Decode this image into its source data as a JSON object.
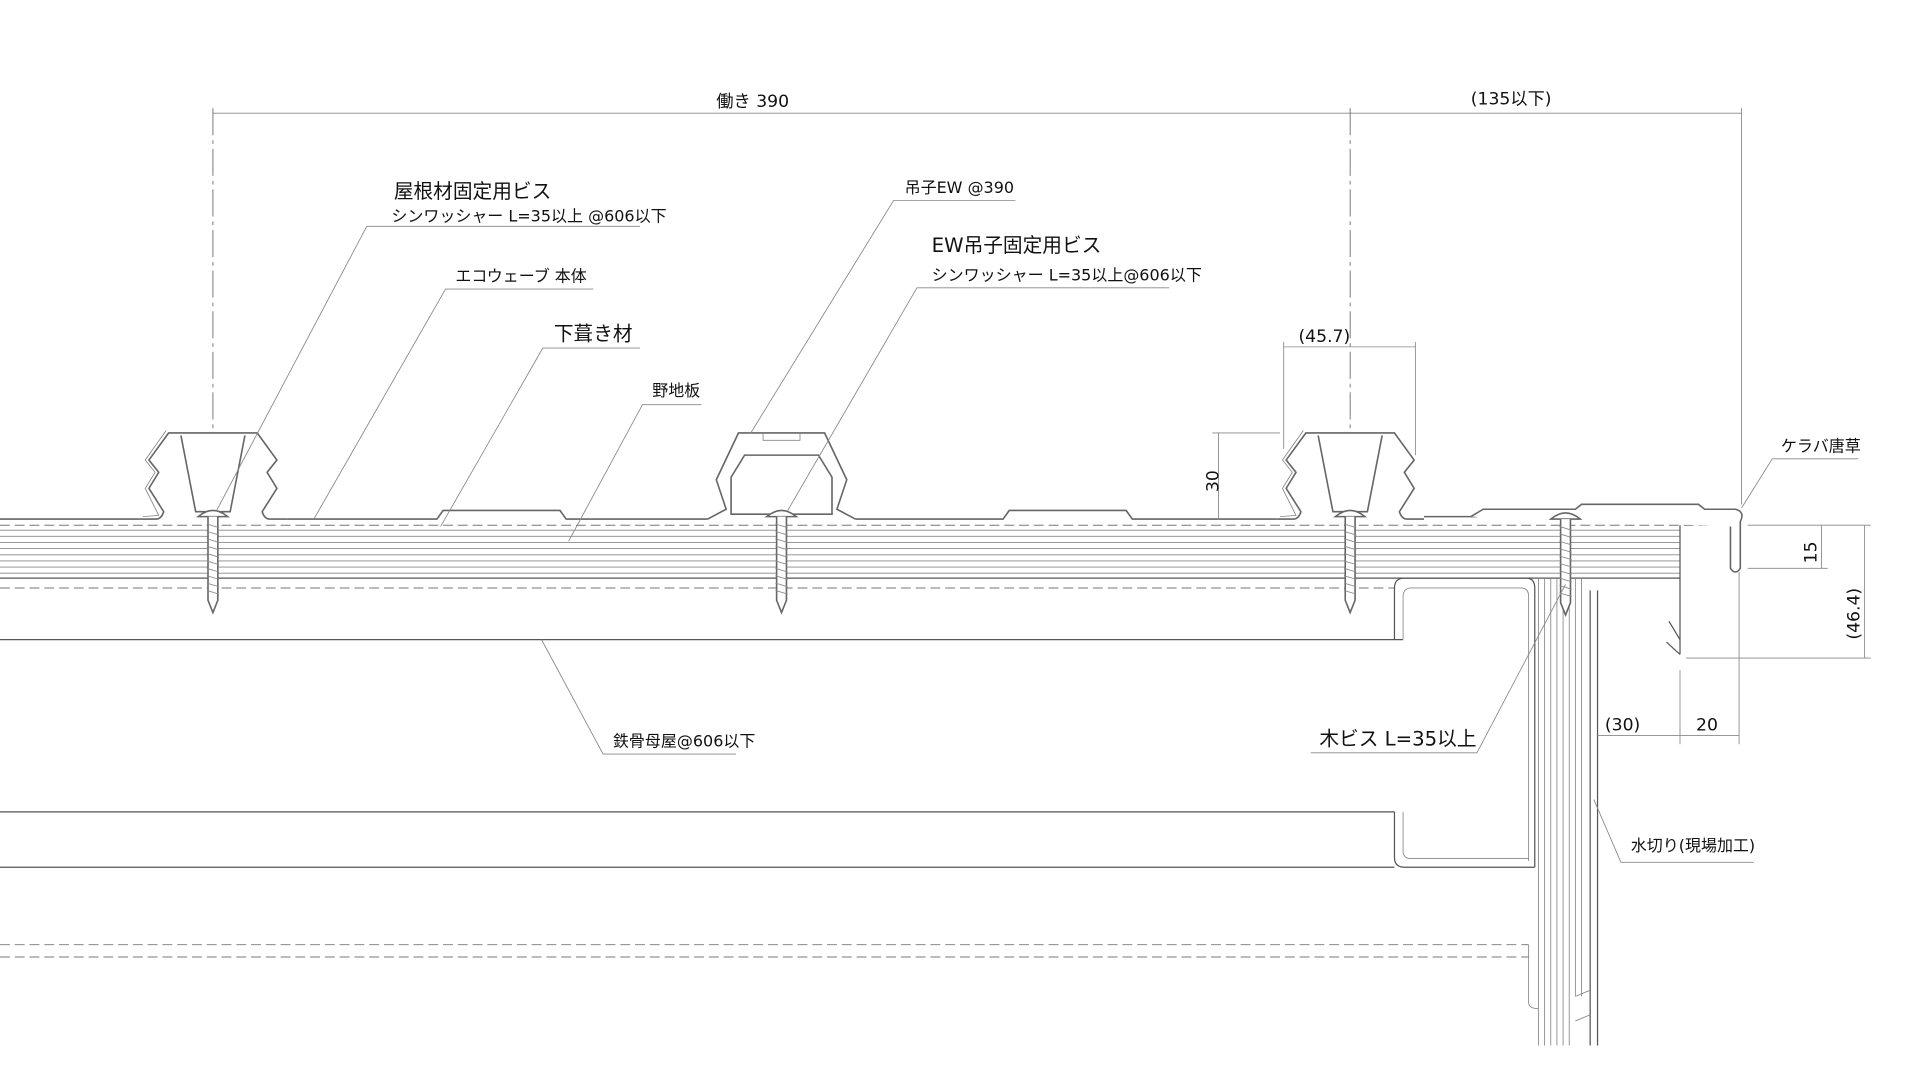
{
  "dimensions": {
    "working_width": "働き 390",
    "overhang": "(135以下)",
    "rib_width": "(45.7)",
    "rib_height": "30",
    "drip_15": "15",
    "total_464": "(46.4)",
    "offset_30": "(30)",
    "offset_20": "20"
  },
  "labels": {
    "roof_screw": "屋根材固定用ビス",
    "roof_screw_spec": "シンワッシャー L=35以上 @606以下",
    "ecowave_body": "エコウェーブ 本体",
    "underlayment": "下葺き材",
    "sheathing": "野地板",
    "hanger": "吊子EW @390",
    "hanger_screw": "EW吊子固定用ビス",
    "hanger_screw_spec": "シンワッシャー L=35以上@606以下",
    "steel_purlin": "鉄骨母屋@606以下",
    "wood_screw": "木ビス L=35以上",
    "flashing": "水切り(現場加工)",
    "verge": "ケラバ唐草"
  }
}
